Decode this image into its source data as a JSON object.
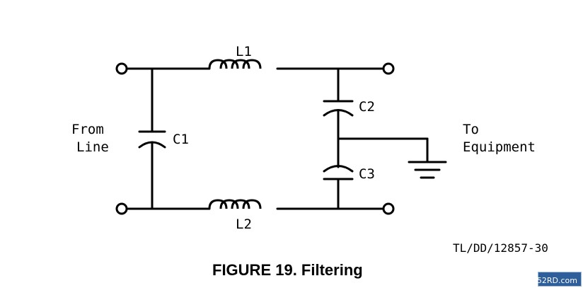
{
  "labels": {
    "l1": "L1",
    "l2": "L2",
    "c1": "C1",
    "c2": "C2",
    "c3": "C3",
    "from_line": [
      "From",
      "Line"
    ],
    "to_equipment": [
      "To",
      "Equipment"
    ]
  },
  "part_code": "TL/DD/12857-30",
  "caption": "FIGURE 19. Filtering",
  "watermark": "52RD.com"
}
